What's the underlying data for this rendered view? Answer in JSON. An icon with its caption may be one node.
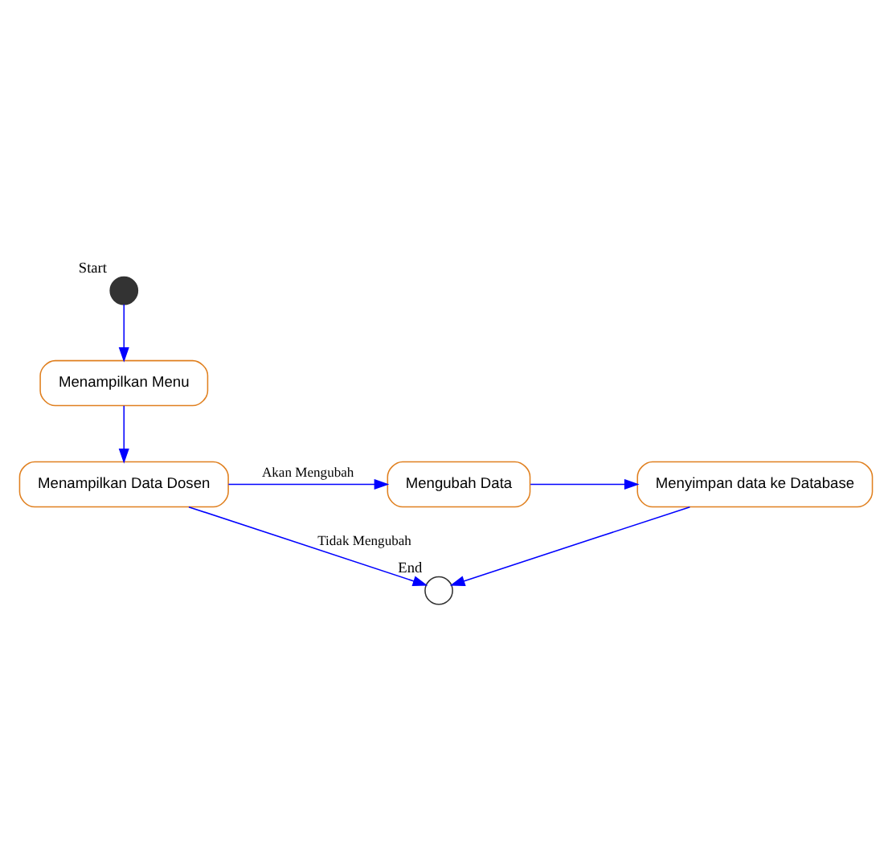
{
  "diagram": {
    "nodes": [
      {
        "text": [],
        "shape": "circle",
        "beside": [
          "Start"
        ]
      },
      {
        "text": [
          "Menampilkan Menu"
        ]
      },
      {
        "text": [
          "Menampilkan Data Dosen"
        ]
      },
      {
        "text": [
          "Mengubah Data"
        ]
      },
      {
        "text": [
          "Menyimpan data ke Database"
        ]
      },
      {
        "text": [],
        "shape": "circle",
        "beside": [
          "End"
        ]
      }
    ],
    "edges": [
      {
        "from": 0,
        "to": 1,
        "arrow": "to"
      },
      {
        "from": 1,
        "to": 2,
        "arrow": "to"
      },
      {
        "from": 2,
        "to": 3,
        "arrow": "to",
        "label": "Akan Mengubah"
      },
      {
        "from": 3,
        "to": 4,
        "arrow": "to"
      },
      {
        "from": 2,
        "to": 5,
        "arrow": "to",
        "label": "Tidak Mengubah"
      },
      {
        "from": 4,
        "to": 5,
        "arrow": "to"
      }
    ]
  }
}
